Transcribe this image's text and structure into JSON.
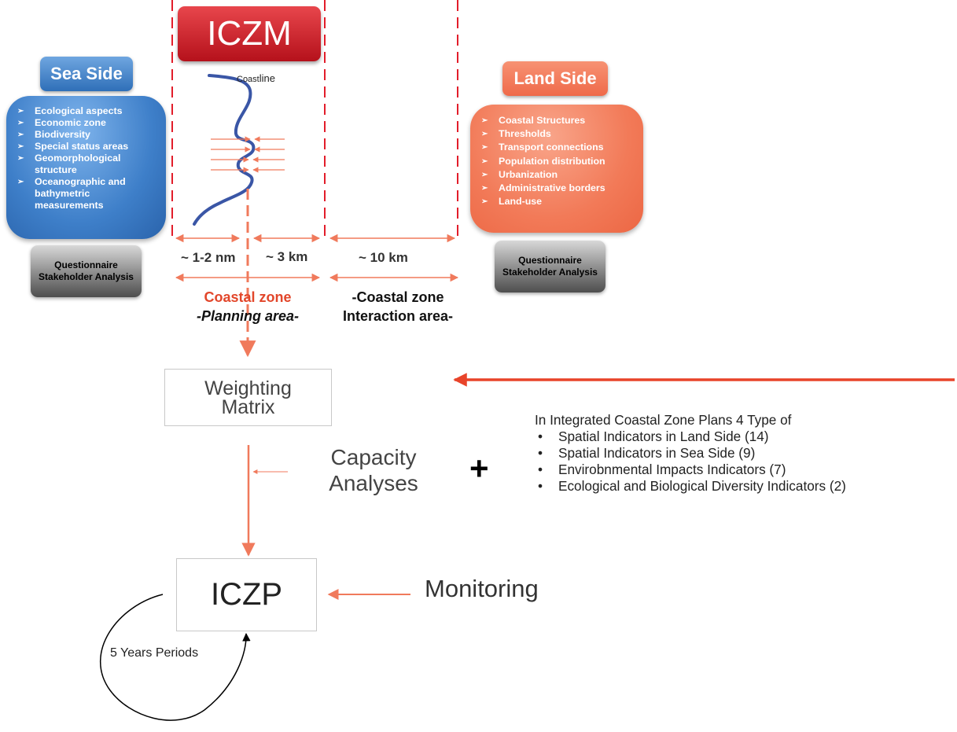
{
  "header": {
    "title": "ICZM"
  },
  "sea_side": {
    "title": "Sea Side",
    "items": [
      "Ecological aspects",
      "Economic zone",
      "Biodiversity",
      "Special status areas",
      "Geomorphological structure",
      "Oceanographic and bathymetric measurements"
    ],
    "stakeholder": "Questionnaire Stakeholder Analysis"
  },
  "land_side": {
    "title": "Land Side",
    "items": [
      "Coastal Structures",
      "Thresholds",
      "Transport connections",
      "Population distribution",
      "Urbanization",
      "Administrative borders",
      "Land-use"
    ],
    "stakeholder": "Questionnaire Stakeholder Analysis"
  },
  "coast_line": {
    "part1": "Coast",
    "part2": "line"
  },
  "distances": {
    "sea": "~ 1-2 nm",
    "land": "~ 3 km",
    "interaction": "~ 10 km"
  },
  "zones": {
    "planning_title": "Coastal zone",
    "planning_sub": "-Planning area-",
    "interaction_title": "-Coastal zone",
    "interaction_sub": "Interaction area-"
  },
  "flow": {
    "weighting_line1": "Weighting",
    "weighting_line2": "Matrix",
    "capacity_line1": "Capacity",
    "capacity_line2": "Analyses",
    "plus": "+",
    "iczp": "ICZP",
    "monitoring": "Monitoring",
    "cycle": "5 Years Periods"
  },
  "indicators": {
    "intro": "In Integrated Coastal Zone Plans 4 Type of",
    "items": [
      "Spatial Indicators in Land Side (14)",
      "Spatial Indicators in Sea Side (9)",
      "Envirobnmental Impacts Indicators (7)",
      "Ecological and Biological Diversity Indicators (2)"
    ]
  },
  "colors": {
    "accent_red": "#e8442a",
    "arrow_salmon": "#f07a5c",
    "coast_blue": "#3a56a6",
    "dash_red": "#e21d2a"
  }
}
